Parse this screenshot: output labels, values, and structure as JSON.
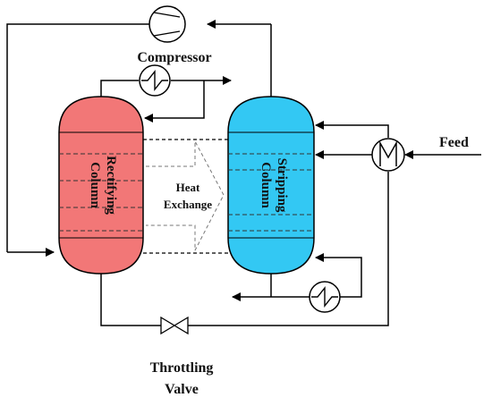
{
  "labels": {
    "compressor": "Compressor",
    "feed": "Feed",
    "throttling_line1": "Throttling",
    "throttling_line2": "Valve",
    "rectifying_line1": "Rectifying",
    "rectifying_line2": "Column",
    "stripping_line1": "Stripping",
    "stripping_line2": "Column",
    "heat_exchange_line1": "Heat",
    "heat_exchange_line2": "Exchange"
  },
  "colors": {
    "rectifying_fill": "#f27777",
    "stripping_fill": "#33c8f3",
    "line": "#000000",
    "dashed": "#555555"
  },
  "icons": {
    "compressor": "compressor-icon",
    "condenser": "heat-exchanger-coil-icon",
    "reboiler": "heat-exchanger-coil-icon",
    "feed_preheater": "heat-exchanger-coil-icon",
    "valve": "throttling-valve-icon"
  }
}
